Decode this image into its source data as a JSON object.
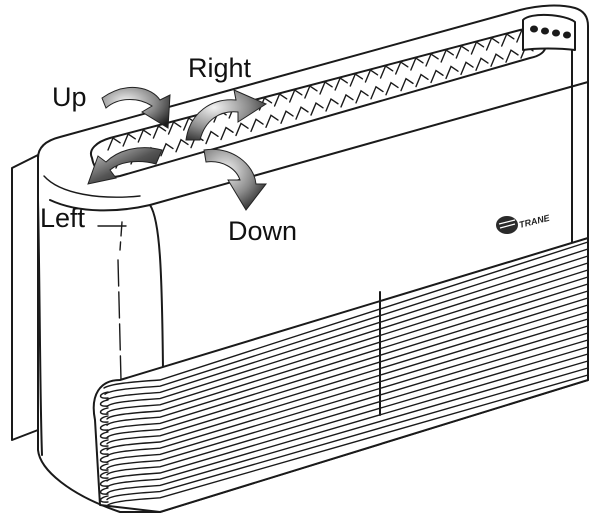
{
  "labels": {
    "up": "Up",
    "right": "Right",
    "left": "Left",
    "down": "Down"
  },
  "brand": {
    "logo_text": "TRANE"
  },
  "control_panel": {
    "indicator_count": 4
  },
  "icons": {
    "up_arrow": "curved-arrow-up-icon",
    "right_arrow": "curved-arrow-right-icon",
    "left_arrow": "curved-arrow-left-icon",
    "down_arrow": "curved-arrow-down-icon"
  }
}
